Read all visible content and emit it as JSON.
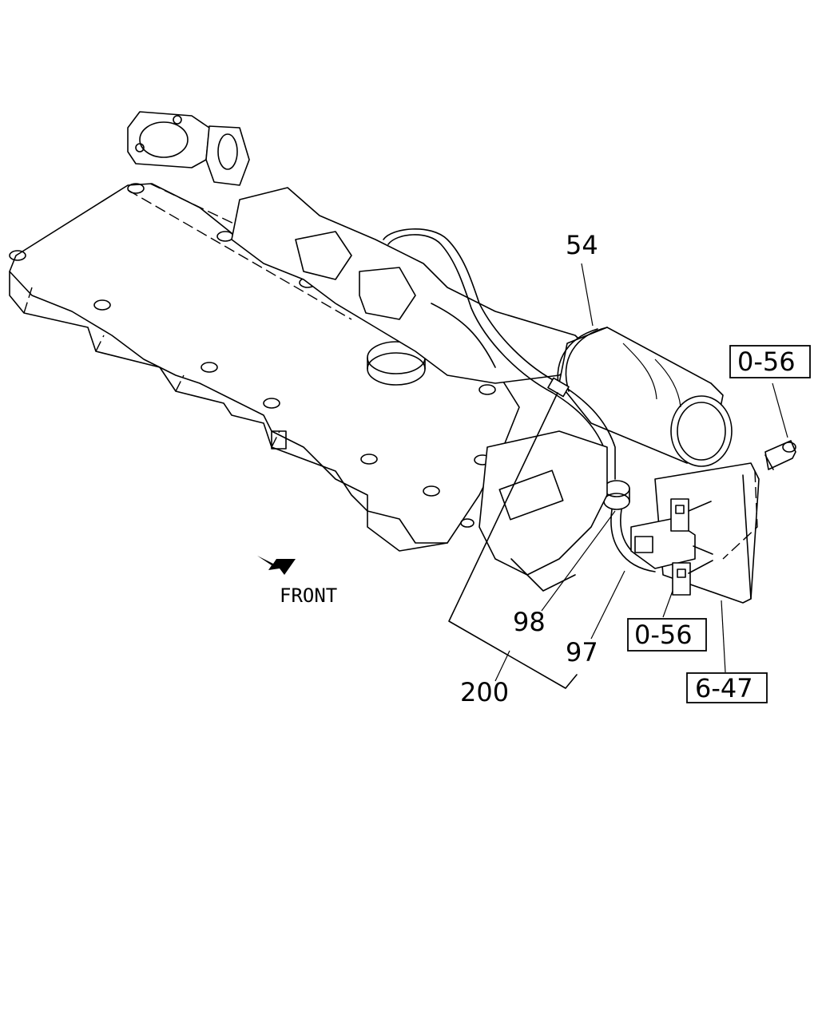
{
  "callouts": {
    "hose": "54",
    "bolt_ref_top": "0-56",
    "bolt_ref_bottom": "0-56",
    "bracket_ref": "6-47",
    "part_98": "98",
    "part_97": "97",
    "assembly": "200"
  },
  "orientation": {
    "label": "FRONT",
    "icon": "arrow-icon"
  },
  "colors": {
    "line": "#000000",
    "background": "#ffffff"
  }
}
